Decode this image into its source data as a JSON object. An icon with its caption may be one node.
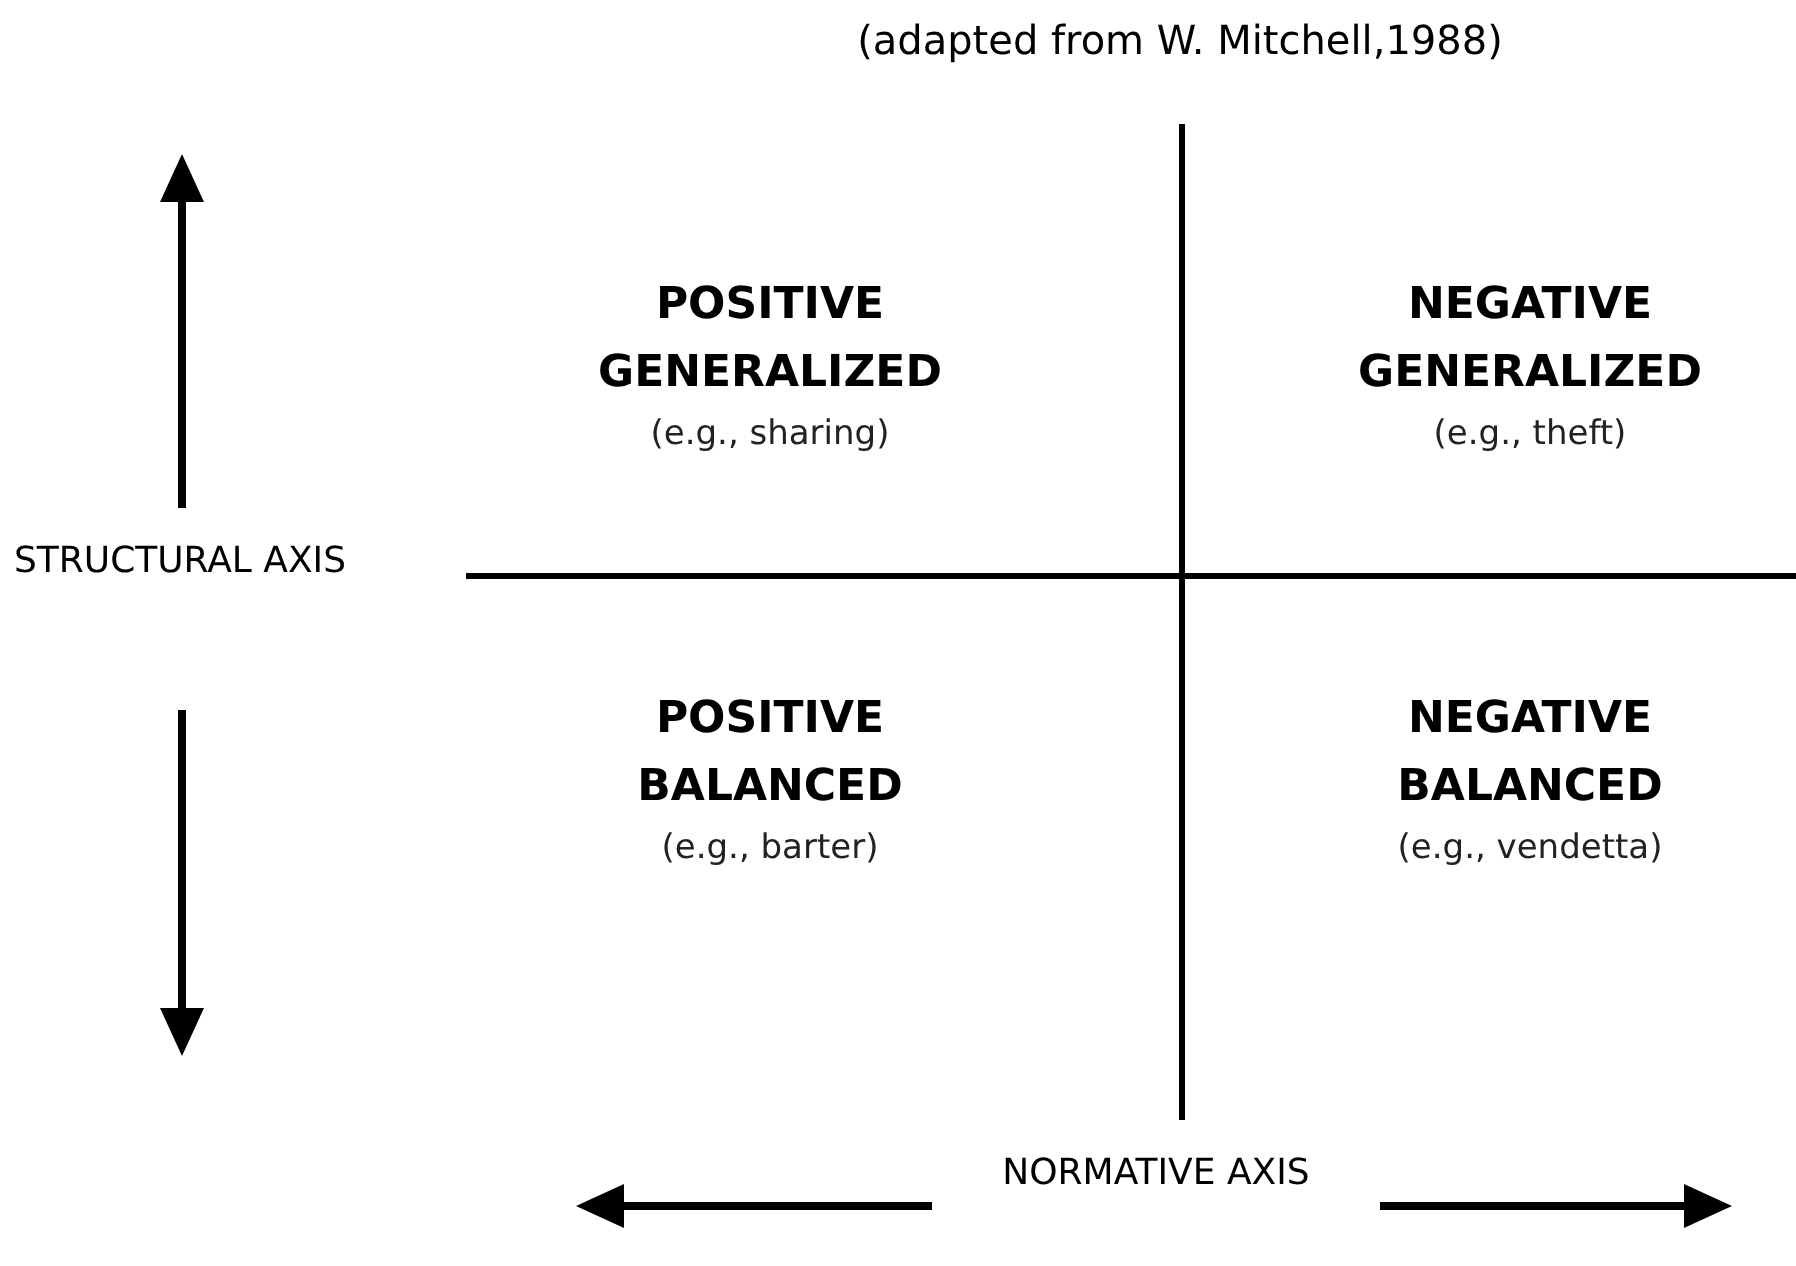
{
  "diagram": {
    "title": "(adapted from W. Mitchell,1988)",
    "labels": [
      "POSITIVE GENERALIZED",
      "(e.g., sharing)",
      "NEGATIVE GENERALIZED",
      "(e.g., theft)",
      "STRUCTURAL AXIS",
      "POSITIVE BALANCED",
      "(e.g., barter)",
      "NEGATIVE BALANCED",
      "(e.g., vendetta)",
      "NORMATIVE AXIS"
    ]
  }
}
